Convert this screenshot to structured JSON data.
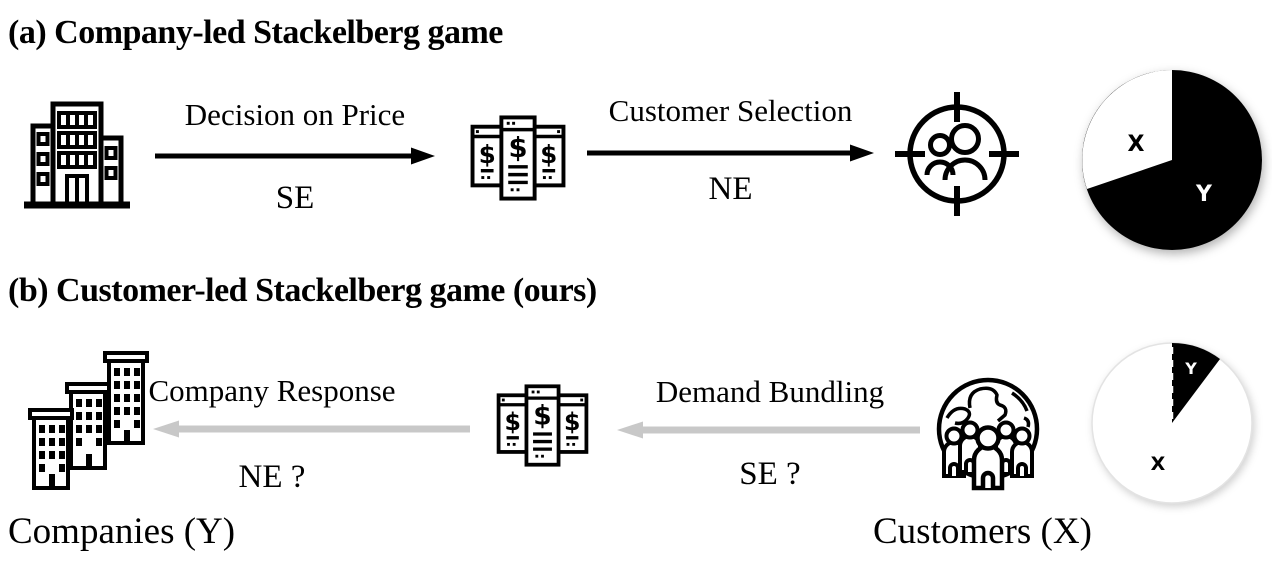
{
  "section_a": {
    "title": "(a) Company-led Stackelberg game",
    "arrow1": {
      "label": "Decision on Price",
      "sublabel": "SE"
    },
    "arrow2": {
      "label": "Customer Selection",
      "sublabel": "NE"
    },
    "pie": {
      "type": "pie",
      "slices": [
        {
          "label": "Y",
          "value": 70,
          "color": "#000000"
        },
        {
          "label": "X",
          "value": 30,
          "color": "#ffffff"
        }
      ]
    }
  },
  "section_b": {
    "title": "(b) Customer-led Stackelberg game (ours)",
    "arrow1": {
      "label": "Company Response",
      "sublabel": "NE ?"
    },
    "arrow2": {
      "label": "Demand Bundling",
      "sublabel": "SE ?"
    },
    "pie": {
      "type": "pie",
      "slices": [
        {
          "label": "Y",
          "value": 10,
          "color": "#000000"
        },
        {
          "label": "X",
          "value": 90,
          "color": "#ffffff"
        }
      ]
    },
    "caption_left": "Companies (Y)",
    "caption_right": "Customers (X)"
  },
  "icons": [
    "company-building-icon",
    "price-tags-icon",
    "customer-target-icon",
    "companies-buildings-icon",
    "customers-globe-crowd-icon"
  ],
  "glyphs": {
    "dollar": "$"
  },
  "colors": {
    "black": "#000000",
    "gray_arrow": "#c8c8c8",
    "white": "#ffffff"
  }
}
